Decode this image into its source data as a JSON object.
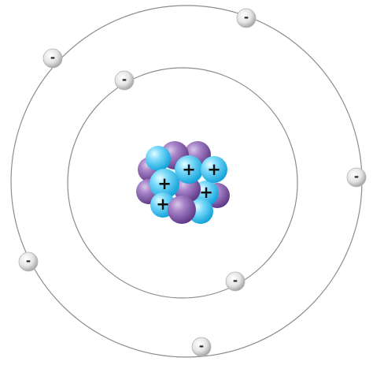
{
  "diagram": {
    "orbits": [
      {
        "name": "inner-shell",
        "electron_count": 2
      },
      {
        "name": "outer-shell",
        "electron_count": 5
      }
    ],
    "electron_label": "-",
    "proton_label": "+",
    "nucleus": {
      "protons_labeled": 5,
      "particles_visible": 14
    },
    "colors": {
      "orbit_line": "#8c8c8c",
      "proton": "#2ec4f3",
      "neutron": "#8a5fb0",
      "electron": "#dcdcdc"
    }
  }
}
